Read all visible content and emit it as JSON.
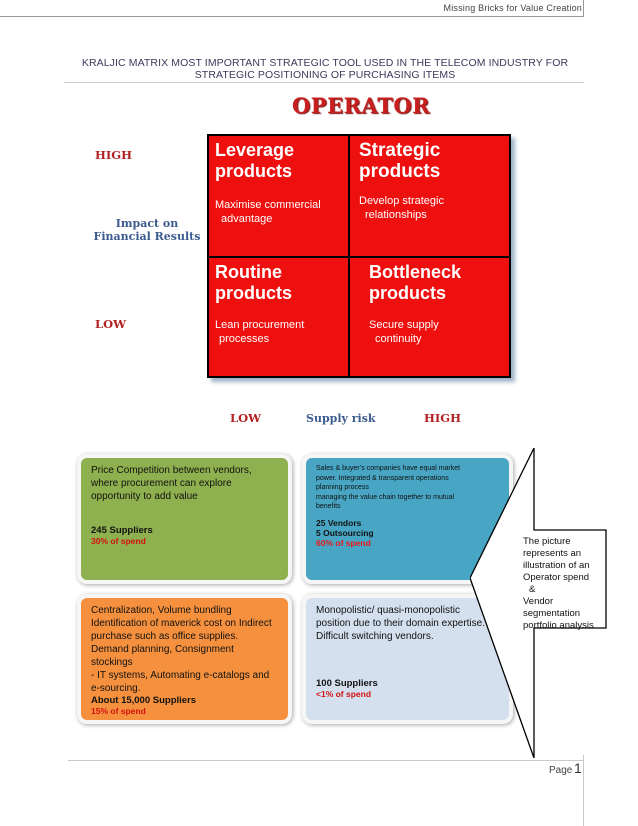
{
  "header": {
    "text": "Missing Bricks for Value Creation"
  },
  "document": {
    "title_line1": "KRALJIC MATRIX MOST IMPORTANT STRATEGIC TOOL USED IN THE TELECOM INDUSTRY FOR",
    "title_line2": "STRATEGIC POSITIONING OF PURCHASING ITEMS"
  },
  "matrix": {
    "title": "OPERATOR",
    "y_axis": {
      "high": "HIGH",
      "label_line1": "Impact on",
      "label_line2": "Financial Results",
      "low": "LOW"
    },
    "x_axis": {
      "low": "LOW",
      "label": "Supply risk",
      "high": "HIGH"
    },
    "quadrants": {
      "leverage": {
        "title_line1": "Leverage",
        "title_line2": "products",
        "sub_line1": "Maximise commercial",
        "sub_line2": "advantage"
      },
      "strategic": {
        "title_line1": "Strategic",
        "title_line2": "products",
        "sub_line1": "Develop strategic",
        "sub_line2": "relationships"
      },
      "routine": {
        "title_line1": "Routine",
        "title_line2": "products",
        "sub_line1": "Lean procurement",
        "sub_line2": "processes"
      },
      "bottleneck": {
        "title_line1": "Bottleneck",
        "title_line2": "products",
        "sub_line1": "Secure supply",
        "sub_line2": "continuity"
      }
    },
    "colors": {
      "quadrant": "#ee0f0f",
      "title": "#c81e1e"
    }
  },
  "segments": {
    "leverage": {
      "lines": [
        "Price Competition between vendors,",
        "where procurement can explore",
        "opportunity to add value"
      ],
      "count": "245 Suppliers",
      "spend": "30% of spend",
      "color": "#8fb04e"
    },
    "strategic": {
      "lines": [
        "Sales & buyer’s companies have equal market",
        "power. Integrated & transparent operations",
        "planning process",
        "managing the value chain together to mutual",
        "benefits"
      ],
      "count_line1": "25 Vendors",
      "count_line2": "5 Outsourcing",
      "spend": "60% of spend",
      "color": "#48a6c4"
    },
    "routine": {
      "lines": [
        "Centralization, Volume bundling",
        "Identification of maverick cost on Indirect",
        "purchase such as office supplies.",
        "Demand planning, Consignment stockings",
        "- IT systems, Automating e-catalogs and",
        "e-sourcing."
      ],
      "count": "About 15,000 Suppliers",
      "spend": "15% of spend",
      "color": "#f5913e"
    },
    "bottleneck": {
      "lines": [
        "Monopolistic/ quasi-monopolistic",
        "position due to their domain expertise.",
        "Difficult  switching vendors."
      ],
      "count": "100 Suppliers",
      "spend": "<1% of spend",
      "color": "#d5e0ef"
    }
  },
  "callout": {
    "lines": [
      "The picture",
      "represents an",
      "illustration of an",
      "Operator spend",
      " &",
      "Vendor",
      "segmentation",
      "portfolio analysis"
    ]
  },
  "footer": {
    "page_label": "Page",
    "page_number": "1"
  }
}
